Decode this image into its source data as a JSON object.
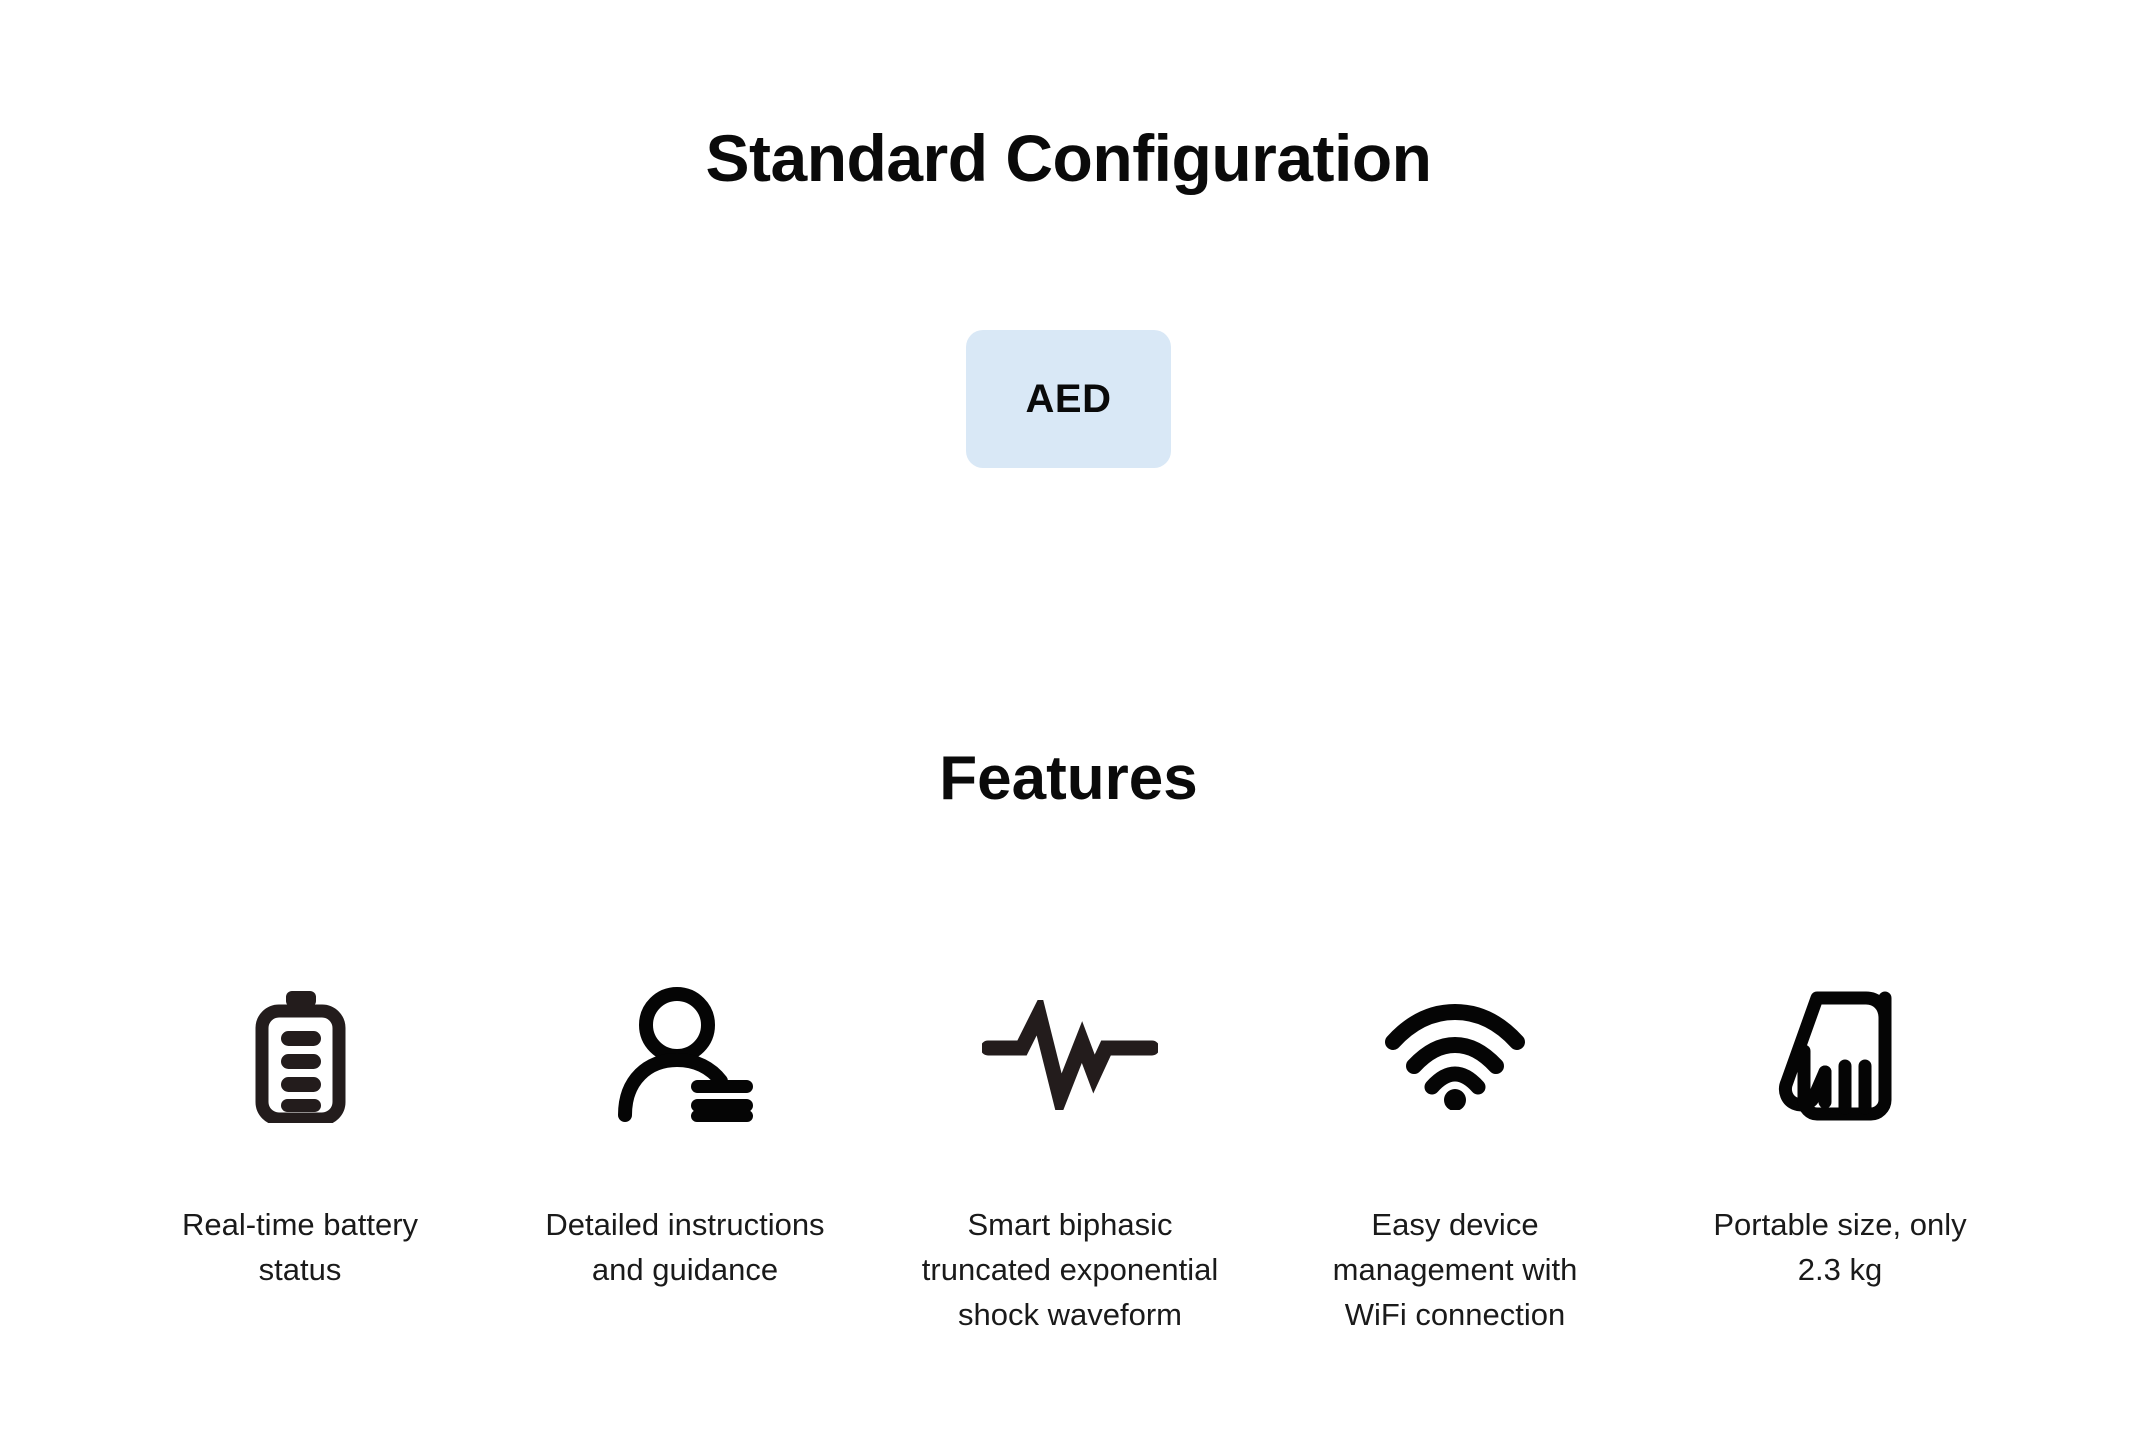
{
  "page": {
    "background_color": "#ffffff",
    "text_color": "#111111"
  },
  "title": "Standard Configuration",
  "configuration": {
    "badge_color": "#d9e8f6",
    "items": [
      {
        "label": "AED"
      }
    ]
  },
  "features_heading": "Features",
  "features": [
    {
      "icon": "battery-icon",
      "label": "Real-time battery status"
    },
    {
      "icon": "person-instructions-icon",
      "label": "Detailed instructions and guidance"
    },
    {
      "icon": "ecg-waveform-icon",
      "label": "Smart biphasic truncated exponential shock waveform"
    },
    {
      "icon": "wifi-icon",
      "label": "Easy device management with WiFi connection"
    },
    {
      "icon": "hand-icon",
      "label": "Portable size, only 2.3 kg"
    }
  ]
}
